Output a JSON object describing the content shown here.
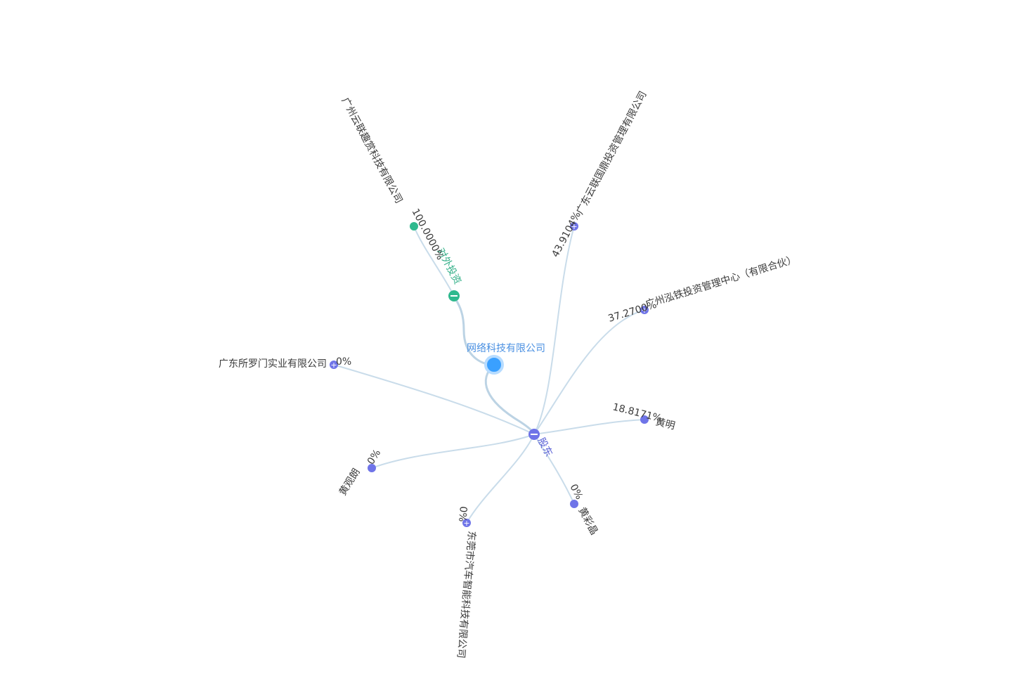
{
  "center": {
    "label": "网络科技有限公司",
    "color": "#3aa0ff"
  },
  "branches": {
    "investment": {
      "label": "对外投资",
      "color": "#2fb98e",
      "toggle": "−"
    },
    "shareholders": {
      "label": "股东",
      "color": "#6f74e8",
      "toggle": "−"
    }
  },
  "investment_items": [
    {
      "name": "广州云联趣赏科技有限公司",
      "percent": "100.0000%"
    }
  ],
  "shareholder_items": [
    {
      "name": "广东云联国鼎投资管理有限公司",
      "percent": "43.9104%"
    },
    {
      "name": "广州泓铁投资管理中心（有限合伙）",
      "percent": "37.2700%"
    },
    {
      "name": "黄明",
      "percent": "18.8171%"
    },
    {
      "name": "黄彩晶",
      "percent": "0%"
    },
    {
      "name": "东莞市汽车智能科技有限公司",
      "percent": "0%"
    },
    {
      "name": "黄观朗",
      "percent": "0%"
    },
    {
      "name": "广东所罗门实业有限公司",
      "percent": "0%"
    }
  ],
  "colors": {
    "edge": "#c9dcea",
    "leaf_shareholder": "#6f74e8",
    "leaf_investment": "#2fb98e",
    "text": "#3a3a3a"
  }
}
